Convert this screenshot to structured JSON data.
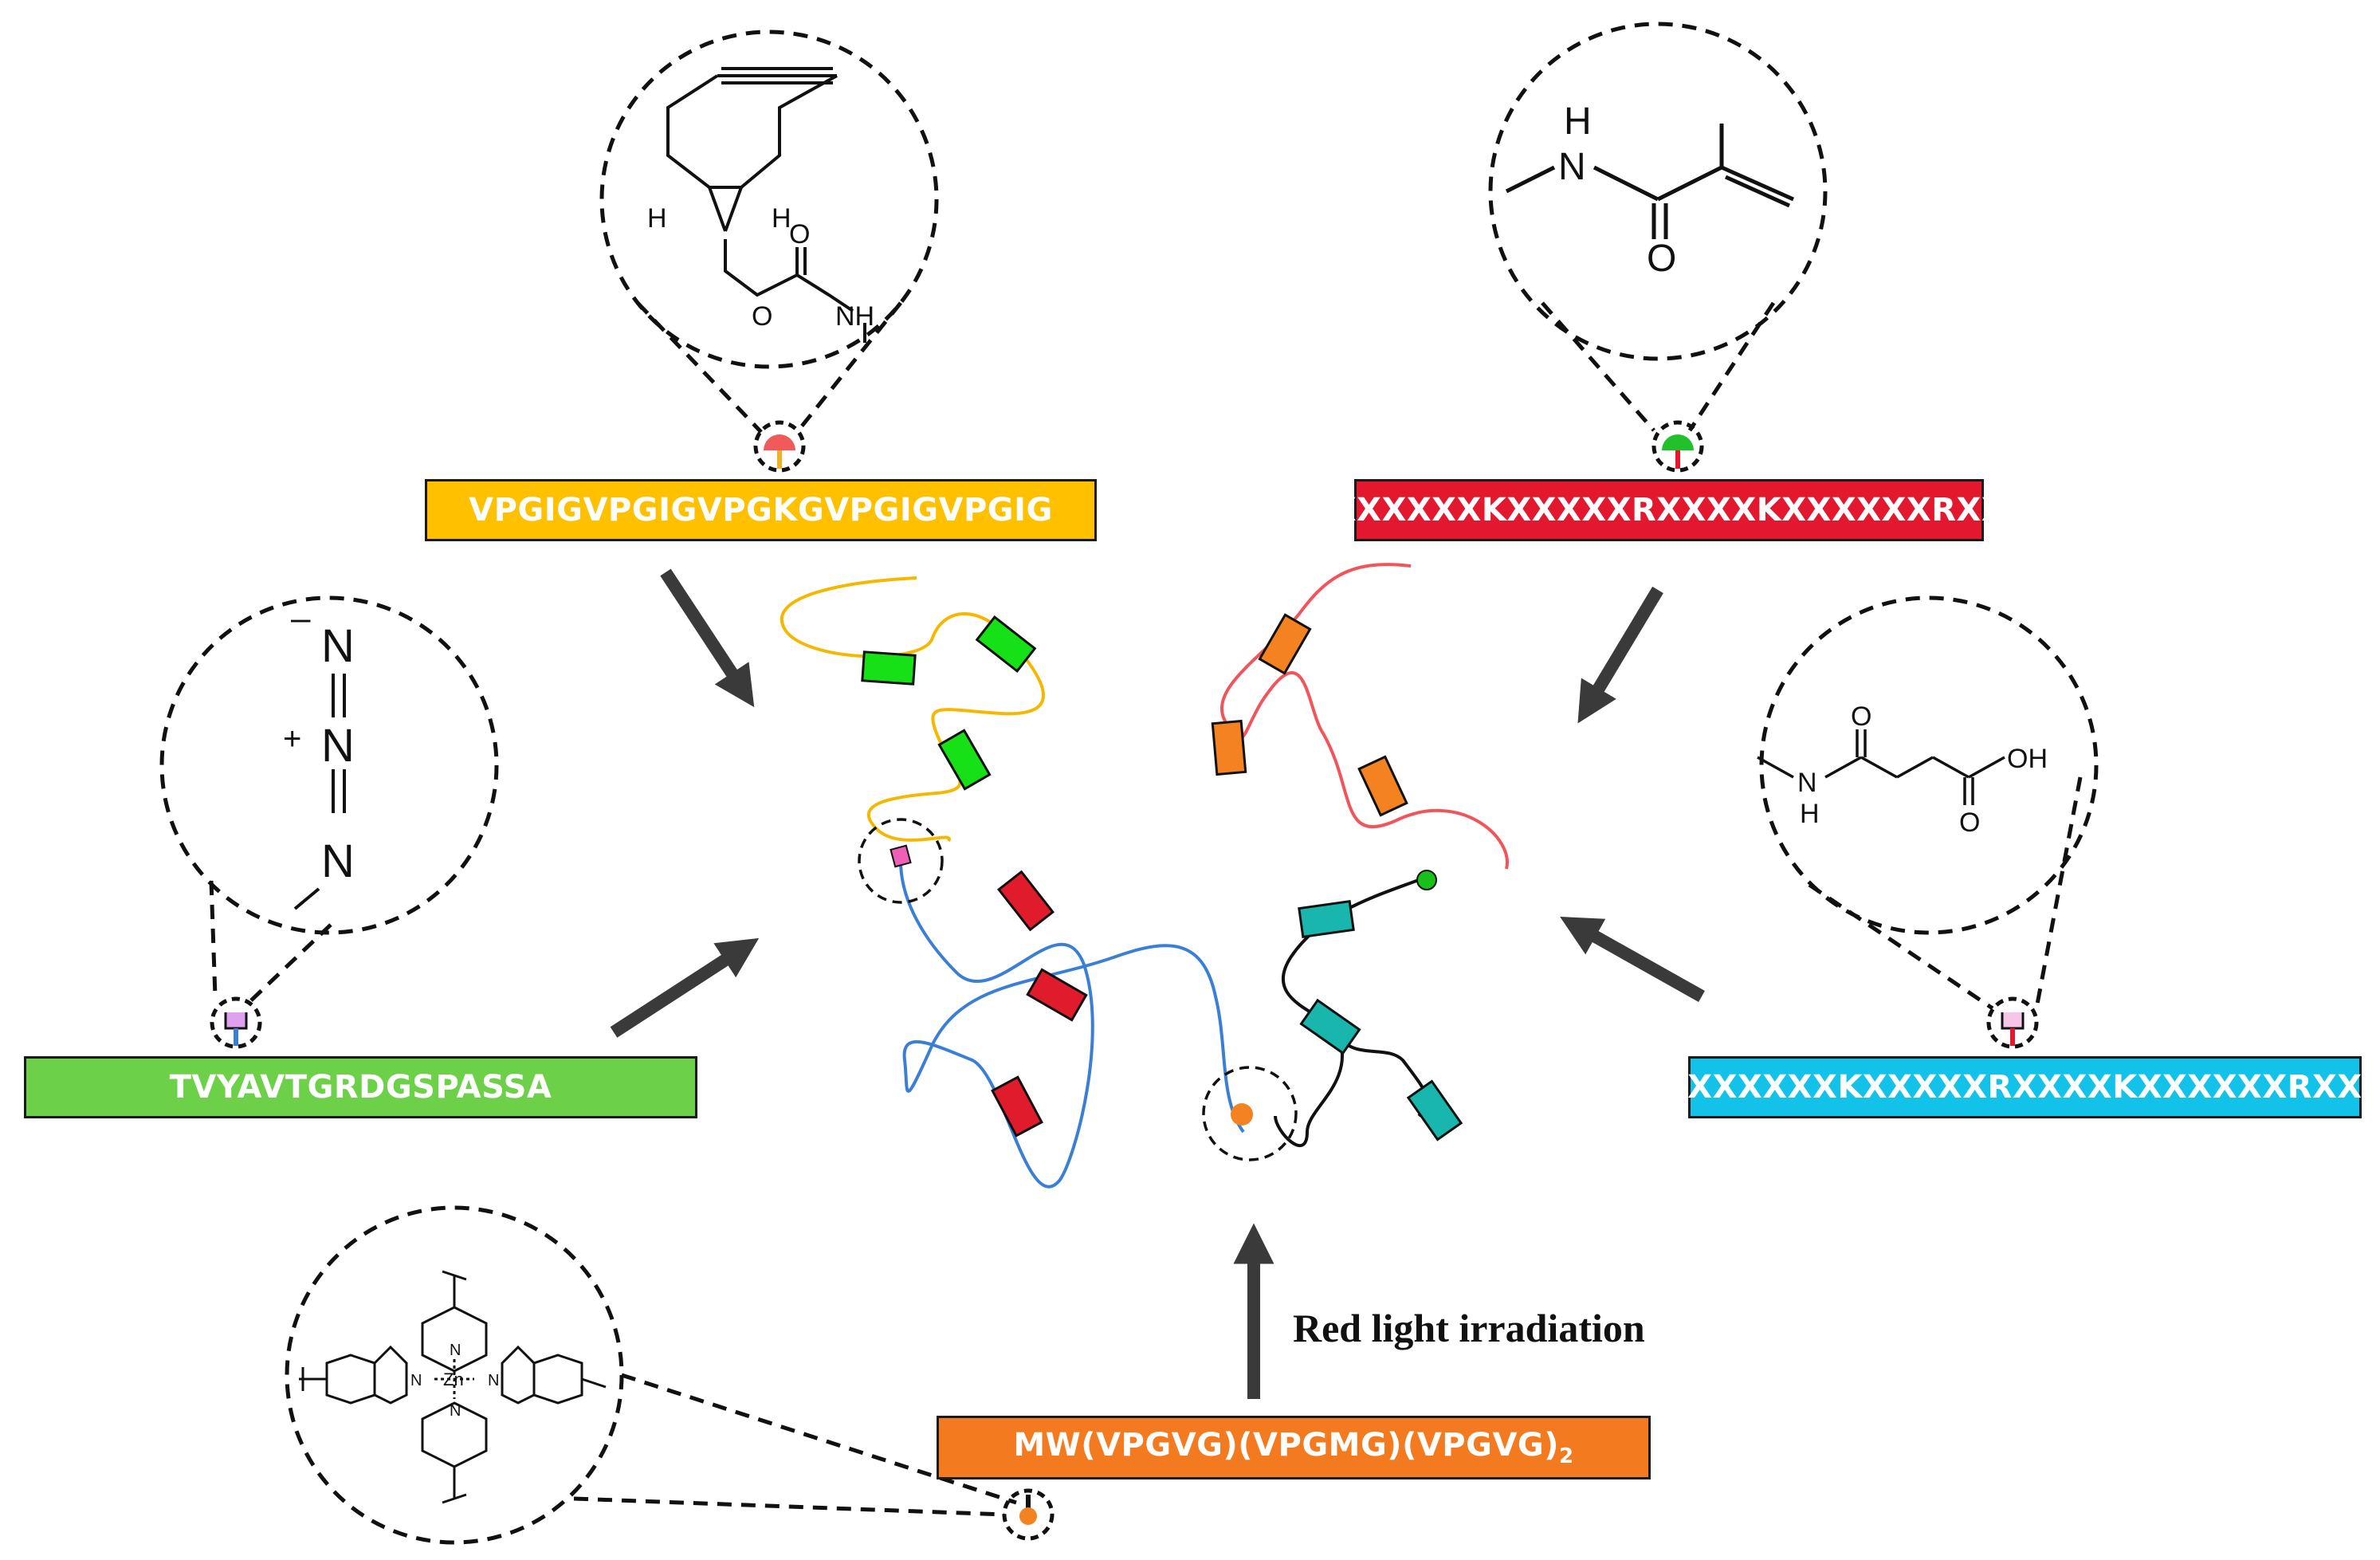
{
  "sequences": {
    "yellow": {
      "text": "VPGIGVPGIGVPGKGVPGIGVPGIG",
      "color": "#ffc000"
    },
    "red": {
      "text": "XXXXXXKXXXXXRXXXXKXXXXXXRXX",
      "color": "#e3172d"
    },
    "green": {
      "text": "TVYAVTGRDGSPASSA",
      "color": "#6dd049"
    },
    "cyan": {
      "text": "XXXXXXKXXXXXRXXXXKXXXXXXRXX",
      "color": "#12c2e9"
    },
    "orange": {
      "text_main": "MW(VPGVG)(VPGMG)(VPGVG)",
      "text_sub": "2",
      "color": "#f47a1f"
    }
  },
  "annotation": {
    "irradiation": "Red light irradiation"
  },
  "chemistry": {
    "bcn": {
      "h_left": "H",
      "h_right": "H",
      "o_ring": "O",
      "o_carbonyl": "O",
      "nh": "NH"
    },
    "amide": {
      "h": "H",
      "n": "N",
      "o": "O"
    },
    "azide": {
      "minus": "–",
      "plus": "+",
      "n1": "N",
      "n2": "N",
      "n3": "N"
    },
    "succinyl": {
      "n": "N",
      "h": "H",
      "o_top": "O",
      "oh": "OH",
      "o_bottom": "O"
    },
    "zinc": {
      "metal": "Zn",
      "n": "N"
    }
  },
  "colors": {
    "yellow_chain": "#f5b800",
    "red_chain": "#f2545b",
    "blue_chain": "#3a7fd5",
    "black_chain": "#111111",
    "green_block": "#16e016",
    "orange_block": "#f48221",
    "red_block": "#e01b2c",
    "teal_block": "#19b6ad",
    "arrow": "#3a3a3a"
  }
}
